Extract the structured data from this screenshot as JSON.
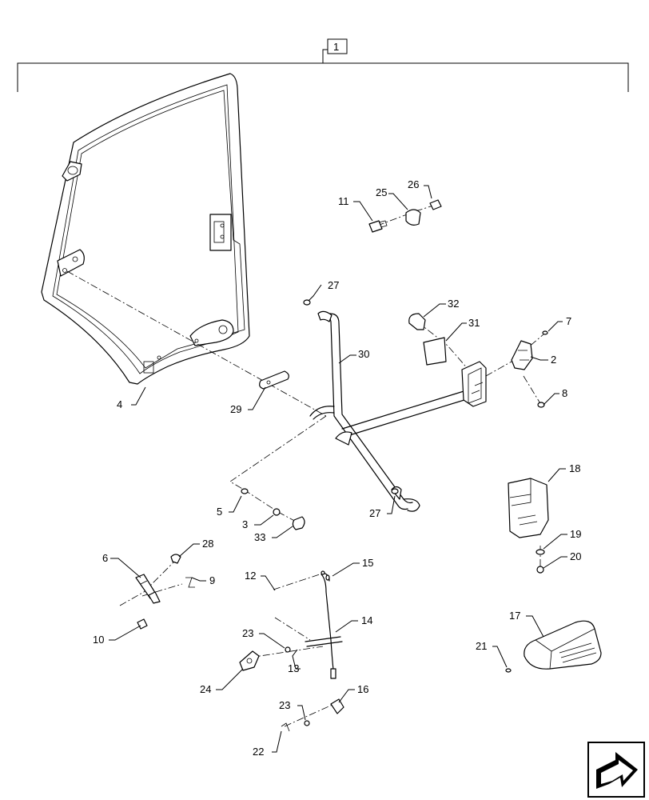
{
  "assembly": {
    "label": "1"
  },
  "callouts": [
    {
      "id": "c4",
      "text": "4"
    },
    {
      "id": "c11",
      "text": "11"
    },
    {
      "id": "c25",
      "text": "25"
    },
    {
      "id": "c26",
      "text": "26"
    },
    {
      "id": "c27a",
      "text": "27"
    },
    {
      "id": "c32",
      "text": "32"
    },
    {
      "id": "c31",
      "text": "31"
    },
    {
      "id": "c7",
      "text": "7"
    },
    {
      "id": "c2",
      "text": "2"
    },
    {
      "id": "c8",
      "text": "8"
    },
    {
      "id": "c30",
      "text": "30"
    },
    {
      "id": "c29",
      "text": "29"
    },
    {
      "id": "c18",
      "text": "18"
    },
    {
      "id": "c5",
      "text": "5"
    },
    {
      "id": "c3",
      "text": "3"
    },
    {
      "id": "c33",
      "text": "33"
    },
    {
      "id": "c27b",
      "text": "27"
    },
    {
      "id": "c19",
      "text": "19"
    },
    {
      "id": "c20",
      "text": "20"
    },
    {
      "id": "c6",
      "text": "6"
    },
    {
      "id": "c28",
      "text": "28"
    },
    {
      "id": "c9",
      "text": "9"
    },
    {
      "id": "c12",
      "text": "12"
    },
    {
      "id": "c15",
      "text": "15"
    },
    {
      "id": "c10",
      "text": "10"
    },
    {
      "id": "c14",
      "text": "14"
    },
    {
      "id": "c17",
      "text": "17"
    },
    {
      "id": "c23a",
      "text": "23"
    },
    {
      "id": "c13",
      "text": "13"
    },
    {
      "id": "c21",
      "text": "21"
    },
    {
      "id": "c24",
      "text": "24"
    },
    {
      "id": "c23b",
      "text": "23"
    },
    {
      "id": "c16",
      "text": "16"
    },
    {
      "id": "c22",
      "text": "22"
    }
  ],
  "icons": {
    "navigation": "next-page-arrow-icon"
  }
}
